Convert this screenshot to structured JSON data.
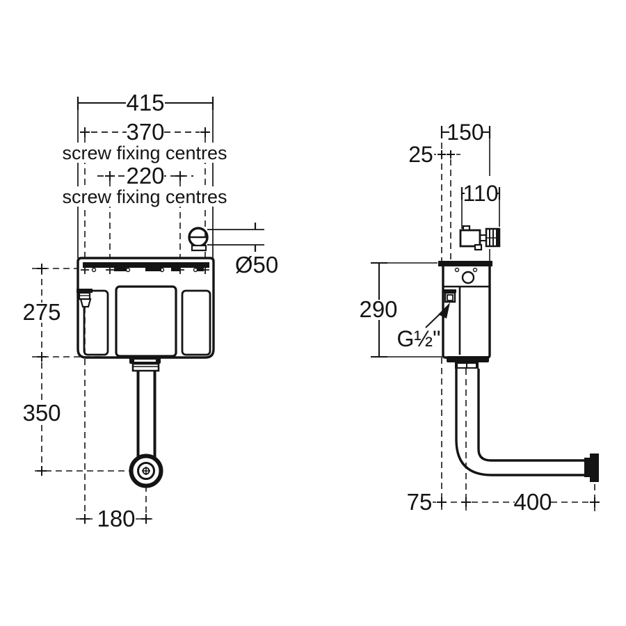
{
  "page": {
    "background": "#ffffff",
    "ink": "#141414"
  },
  "front_view": {
    "dim_overall_width": "415",
    "dim_screw_centres_outer": "370",
    "label_screw_centres_outer": "screw fixing centres",
    "dim_screw_centres_inner": "220",
    "label_screw_centres_inner": "screw fixing centres",
    "dim_inlet_hole_diameter": "Ø50",
    "dim_body_height": "275",
    "dim_flush_bend_drop": "350",
    "dim_inlet_to_flushpipe": "180"
  },
  "side_view": {
    "dim_overall_depth": "150",
    "dim_wall_to_inlet_centre": "25",
    "dim_valve_assembly_width": "110",
    "dim_body_height": "290",
    "label_inlet_thread": "G½\"",
    "dim_wall_to_flushpipe_centre": "75",
    "dim_flushpipe_run": "400"
  }
}
